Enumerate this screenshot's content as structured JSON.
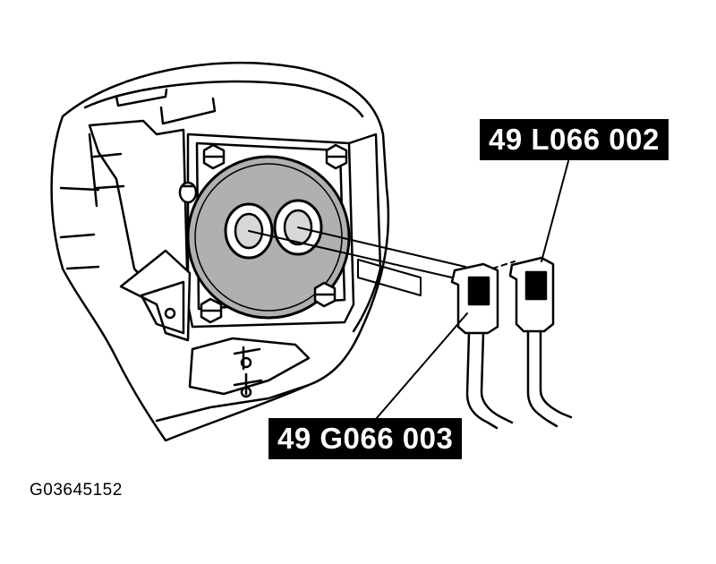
{
  "callouts": {
    "tool_upper": "49 L066 002",
    "tool_lower": "49 G066 003"
  },
  "figure_id": "G03645152",
  "colors": {
    "ink": "#000000",
    "paper": "#ffffff",
    "hub_fill": "#b0b0b0"
  }
}
